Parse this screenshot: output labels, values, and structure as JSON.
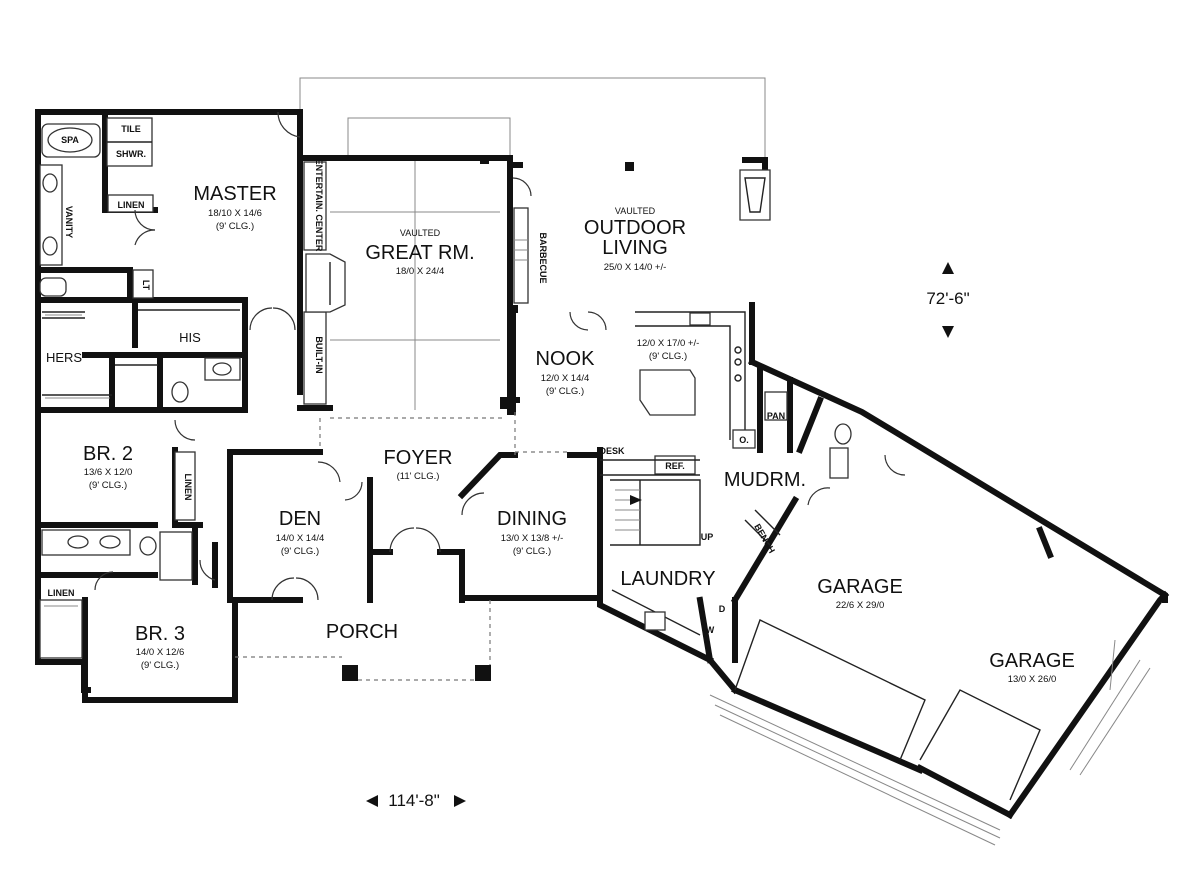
{
  "rooms": {
    "master": {
      "name": "MASTER",
      "dims": "18/10 X 14/6",
      "ceiling": "(9' CLG.)"
    },
    "great_room": {
      "vaulted": "VAULTED",
      "name": "GREAT RM.",
      "dims": "18/0 X 24/4"
    },
    "outdoor_living": {
      "vaulted": "VAULTED",
      "name_line1": "OUTDOOR",
      "name_line2": "LIVING",
      "dims": "25/0 X 14/0 +/-"
    },
    "nook": {
      "name": "NOOK",
      "dims": "12/0 X 14/4",
      "ceiling": "(9' CLG.)"
    },
    "kitchen": {
      "dims": "12/0 X 17/0 +/-",
      "ceiling": "(9' CLG.)"
    },
    "foyer": {
      "name": "FOYER",
      "ceiling": "(11' CLG.)"
    },
    "br2": {
      "name": "BR. 2",
      "dims": "13/6 X 12/0",
      "ceiling": "(9' CLG.)"
    },
    "br3": {
      "name": "BR. 3",
      "dims": "14/0 X 12/6",
      "ceiling": "(9' CLG.)"
    },
    "den": {
      "name": "DEN",
      "dims": "14/0 X 14/4",
      "ceiling": "(9' CLG.)"
    },
    "dining": {
      "name": "DINING",
      "dims": "13/0 X 13/8 +/-",
      "ceiling": "(9' CLG.)"
    },
    "porch": {
      "name": "PORCH"
    },
    "mudroom": {
      "name": "MUDRM."
    },
    "laundry": {
      "name": "LAUNDRY"
    },
    "garage_main": {
      "name": "GARAGE",
      "dims": "22/6 X 29/0"
    },
    "garage_side": {
      "name": "GARAGE",
      "dims": "13/0 X 26/0"
    }
  },
  "labels": {
    "spa": "SPA",
    "tile": "TILE",
    "shwr": "SHWR.",
    "linen_master": "LINEN",
    "vanity": "VANITY",
    "lt": "LT",
    "his": "HIS",
    "hers": "HERS",
    "entertain": "ENTERTAIN. CENTER",
    "built_in": "BUILT-IN",
    "barbecue": "BARBECUE",
    "desk": "DESK",
    "ref": "REF.",
    "up": "UP",
    "bench": "BENCH",
    "pan": "PAN",
    "o": "O.",
    "linen_br2": "LINEN",
    "linen_br3": "LINEN",
    "d": "D",
    "w": "W"
  },
  "dimensions": {
    "width": "114'-8\"",
    "depth": "72'-6\""
  }
}
